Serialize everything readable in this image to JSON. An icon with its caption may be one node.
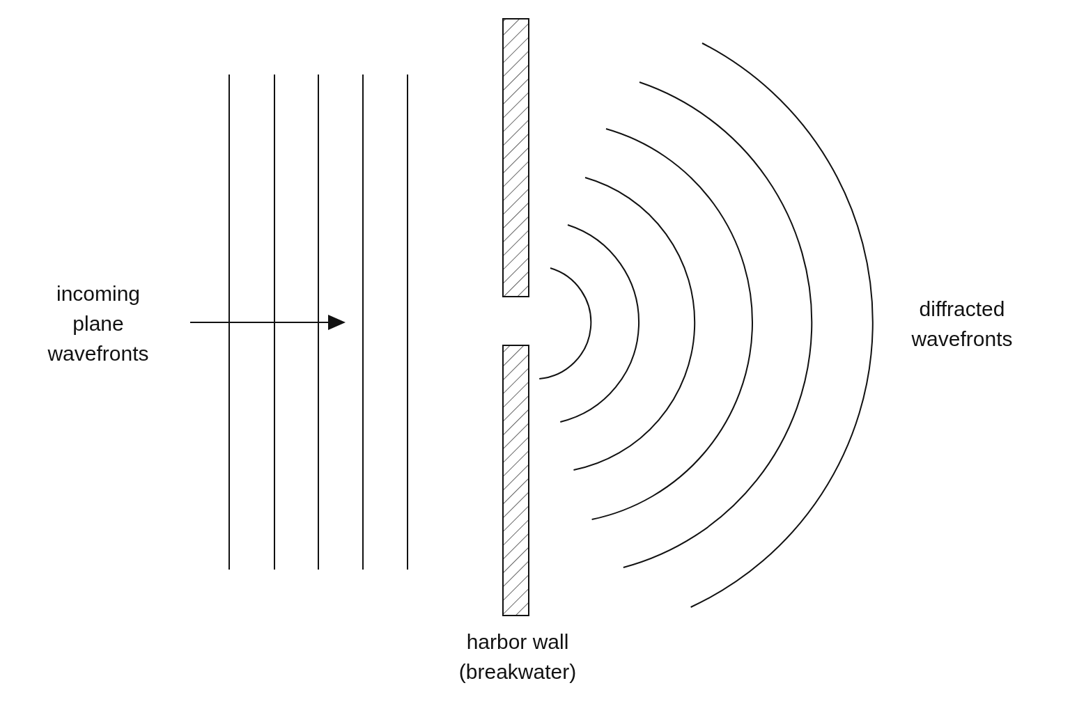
{
  "diagram": {
    "nodes": [
      {
        "text": [],
        "shape": "bar"
      },
      {
        "text": [],
        "shape": "bar"
      }
    ],
    "labels": [
      "incoming plane wavefronts",
      "harbor wall (breakwater)",
      "diffracted wavefronts"
    ]
  }
}
